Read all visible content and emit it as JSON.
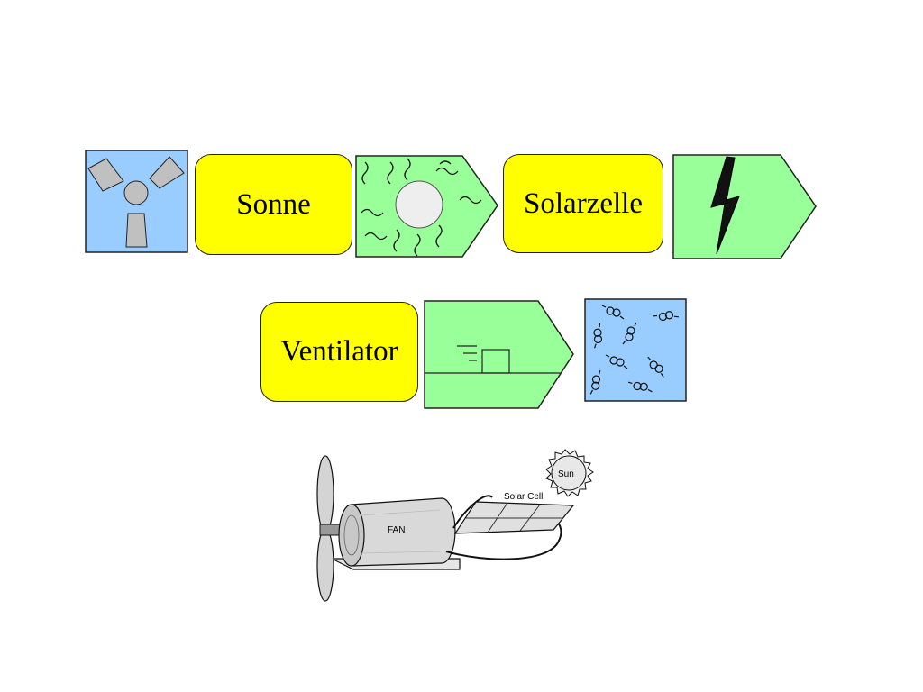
{
  "diagram": {
    "row1": {
      "box_sonne": "Sonne",
      "box_solarzelle": "Solarzelle"
    },
    "row2": {
      "box_ventilator": "Ventilator"
    },
    "illustration": {
      "sun_label": "Sun",
      "solar_cell_label": "Solar Cell",
      "fan_label": "FAN"
    }
  },
  "colors": {
    "blue_square": "#99ccff",
    "yellow_box": "#ffff00",
    "green_arrow": "#99ff99",
    "gray_shape": "#c0c0c0"
  },
  "icons": [
    "radiation-symbol-icon",
    "sun-rays-icon",
    "lightning-bolt-icon",
    "wind-flow-icon",
    "molecules-icon"
  ]
}
